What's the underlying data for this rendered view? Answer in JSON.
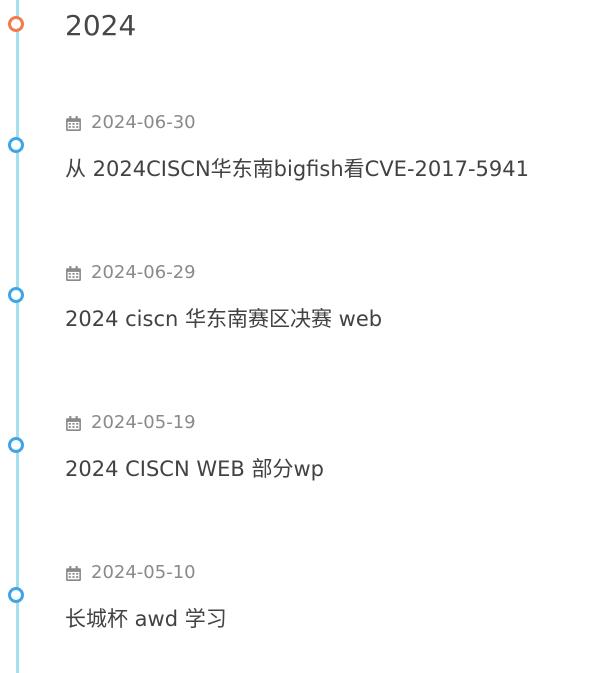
{
  "timeline": {
    "year": "2024",
    "colors": {
      "line": "#a6dfee",
      "year_node": "#f17a4f",
      "post_node": "#3fa6e6"
    },
    "posts": [
      {
        "date": "2024-06-30",
        "title": "从 2024CISCN华东南bigfish看CVE-2017-5941",
        "icon": "calendar-icon"
      },
      {
        "date": "2024-06-29",
        "title": "2024 ciscn 华东南赛区决赛 web",
        "icon": "calendar-icon"
      },
      {
        "date": "2024-05-19",
        "title": "2024 CISCN WEB 部分wp",
        "icon": "calendar-icon"
      },
      {
        "date": "2024-05-10",
        "title": "长城杯 awd 学习",
        "icon": "calendar-icon"
      }
    ]
  }
}
